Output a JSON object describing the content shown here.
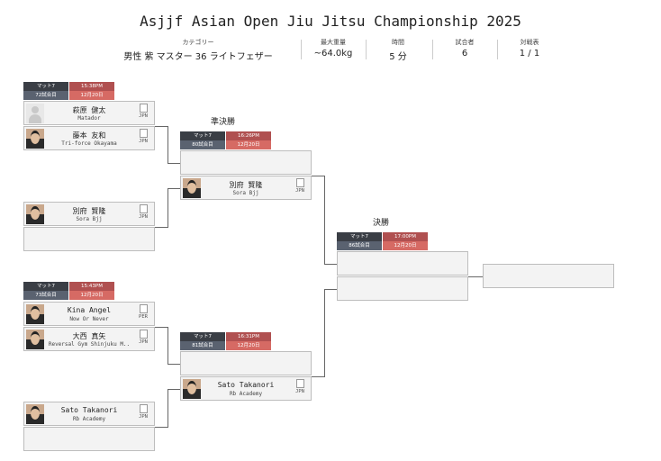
{
  "title": "Asjjf Asian Open Jiu Jitsu Championship 2025",
  "info": {
    "category_label": "カテゴリー",
    "category_value": "男性 紫 マスター 36 ライトフェザー",
    "weight_label": "最大重量",
    "weight_value": "~64.0kg",
    "time_label": "時間",
    "time_value": "5 分",
    "fighters_label": "試合者",
    "fighters_value": "6",
    "bouts_label": "対戦表",
    "bouts_value": "1 / 1"
  },
  "stages": {
    "semifinal": "準決勝",
    "final": "決勝"
  },
  "matches": {
    "m72": {
      "mat": "マット7",
      "time": "15:38PM",
      "number": "72試合目",
      "date": "12月20日"
    },
    "m73": {
      "mat": "マット7",
      "time": "15:43PM",
      "number": "73試合目",
      "date": "12月20日"
    },
    "m80": {
      "mat": "マット7",
      "time": "16:26PM",
      "number": "80試合目",
      "date": "12月20日"
    },
    "m81": {
      "mat": "マット7",
      "time": "16:31PM",
      "number": "81試合目",
      "date": "12月20日"
    },
    "m86": {
      "mat": "マット7",
      "time": "17:00PM",
      "number": "86試合目",
      "date": "12月20日"
    }
  },
  "players": {
    "p1": {
      "name": "萩原 健太",
      "team": "Matador",
      "country": "JPN"
    },
    "p2": {
      "name": "藤本 友和",
      "team": "Tri-force Okayama",
      "country": "JPN"
    },
    "p3": {
      "name": "別府 賢隆",
      "team": "Sora Bjj",
      "country": "JPN"
    },
    "p4": {
      "name": "Kina Angel",
      "team": "Now Or Never",
      "country": "PER"
    },
    "p5": {
      "name": "大西 真矢",
      "team": "Reversal Gym Shinjuku M..",
      "country": "JPN"
    },
    "p6": {
      "name": "Sato Takanori",
      "team": "Rb Academy",
      "country": "JPN"
    },
    "s1": {
      "name": "別府 賢隆",
      "team": "Sora Bjj",
      "country": "JPN"
    },
    "s2": {
      "name": "Sato Takanori",
      "team": "Rb Academy",
      "country": "JPN"
    }
  }
}
